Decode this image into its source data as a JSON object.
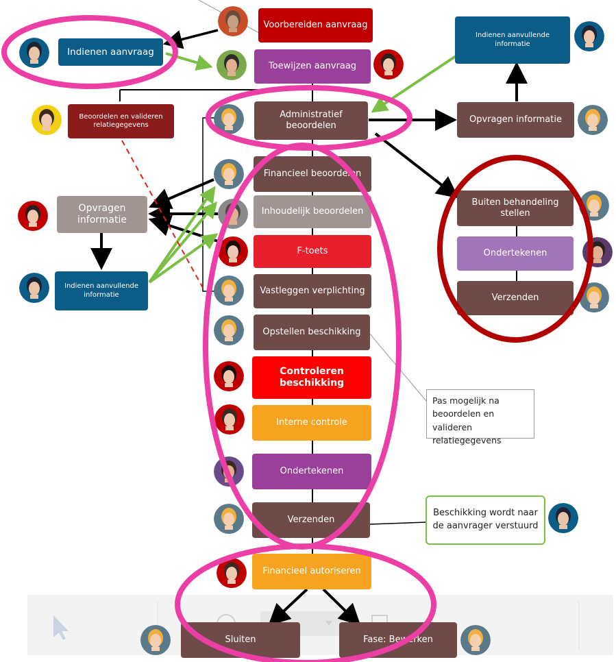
{
  "colors": {
    "brown": "#6e4b48",
    "grey": "#a09593",
    "blue": "#0b5c86",
    "purple_dark": "#9a3f9a",
    "purple_light": "#a176b8",
    "red_dark": "#c00000",
    "red_bright": "#e8202e",
    "red_pure": "#ff0000",
    "maroon": "#8b1c1c",
    "orange": "#f5a320",
    "magenta_ellipse": "#ec3fa6",
    "darkred_ellipse": "#b00000",
    "green_arrow": "#7cbf45"
  },
  "boxes": {
    "voorbereiden": "Voorbereiden aanvraag",
    "indienen": "Indienen aanvraag",
    "toewijzen": "Toewijzen aanvraag",
    "beoordelen_valideren": "Beoordelen en valideren relatiegegevens",
    "administratief": "Administratief beoordelen",
    "indienen_aanvullend_right": "Indienen aanvullende informatie",
    "opvragen_right": "Opvragen informatie",
    "financieel_beoordelen": "Financieel beoordelen",
    "opvragen_left": "Opvragen informatie",
    "inhoudelijk": "Inhoudelijk beoordelen",
    "buiten_behandeling": "Buiten behandeling stellen",
    "ftoets": "F-toets",
    "ondertekenen_right": "Ondertekenen",
    "indienen_aanvullend_left": "Indienen aanvullende informatie",
    "vastleggen": "Vastleggen verplichting",
    "verzenden_right": "Verzenden",
    "opstellen": "Opstellen beschikking",
    "controleren": "Controleren beschikking",
    "interne_controle": "Interne controle",
    "ondertekenen": "Ondertekenen",
    "verzenden": "Verzenden",
    "financieel_autoriseren": "Financieel autoriseren",
    "sluiten": "Sluiten",
    "fase": "Fase: Bewerken"
  },
  "notes": {
    "pas_mogelijk": "Pas mogelijk na beoordelen en valideren relatiegegevens",
    "beschikking_verstuurd": "Beschikking wordt naar de aanvrager verstuurd"
  },
  "icons": [
    "person-avatar-icon",
    "arrow-icon",
    "cursor-icon"
  ]
}
